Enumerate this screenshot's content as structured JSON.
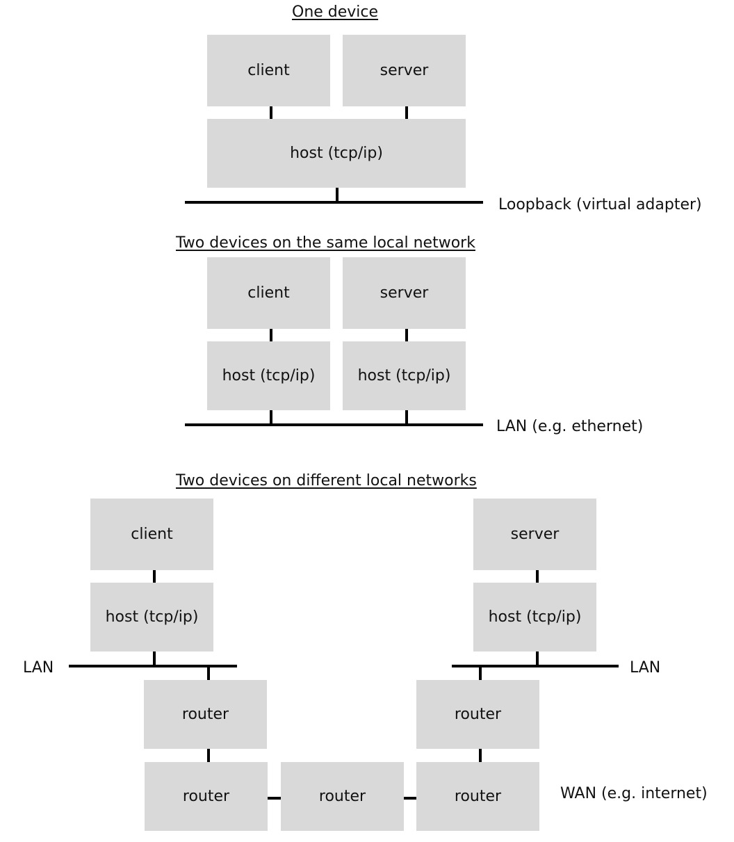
{
  "sections": {
    "one_device": {
      "title": "One device",
      "client": "client",
      "server": "server",
      "host": "host (tcp/ip)",
      "network": "Loopback (virtual adapter)"
    },
    "same_lan": {
      "title": "Two devices on the same local network",
      "client": "client",
      "server": "server",
      "client_host": "host (tcp/ip)",
      "server_host": "host (tcp/ip)",
      "network": "LAN (e.g. ethernet)"
    },
    "different_lan": {
      "title": "Two devices on different local networks",
      "client": "client",
      "server": "server",
      "client_host": "host (tcp/ip)",
      "server_host": "host (tcp/ip)",
      "left_lan": "LAN",
      "right_lan": "LAN",
      "left_router": "router",
      "right_router": "router",
      "wan_router_left": "router",
      "wan_router_middle": "router",
      "wan_router_right": "router",
      "wan": "WAN (e.g. internet)"
    }
  }
}
